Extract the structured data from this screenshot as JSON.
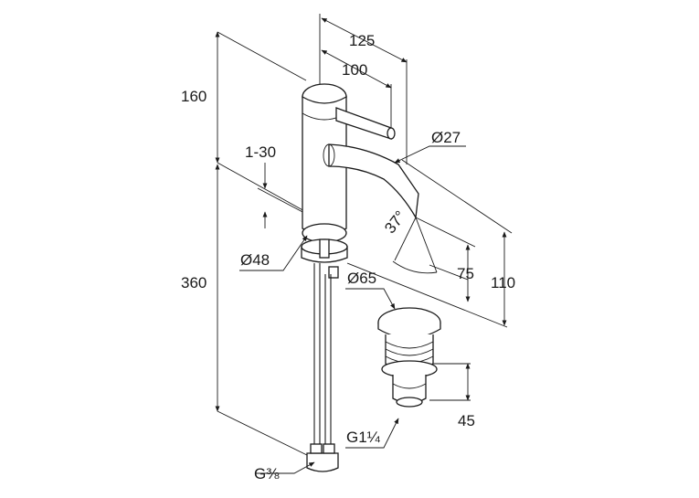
{
  "labels": {
    "d125": "125",
    "d100": "100",
    "d160": "160",
    "d1_30": "1-30",
    "d360": "360",
    "dia27": "Ø27",
    "dia48": "Ø48",
    "dia65": "Ø65",
    "angle37": "37°",
    "d75": "75",
    "d110": "110",
    "d45": "45",
    "g114": "G1¼",
    "g38": "G⅜"
  },
  "colors": {
    "line": "#1a1a1a",
    "background": "#ffffff"
  }
}
